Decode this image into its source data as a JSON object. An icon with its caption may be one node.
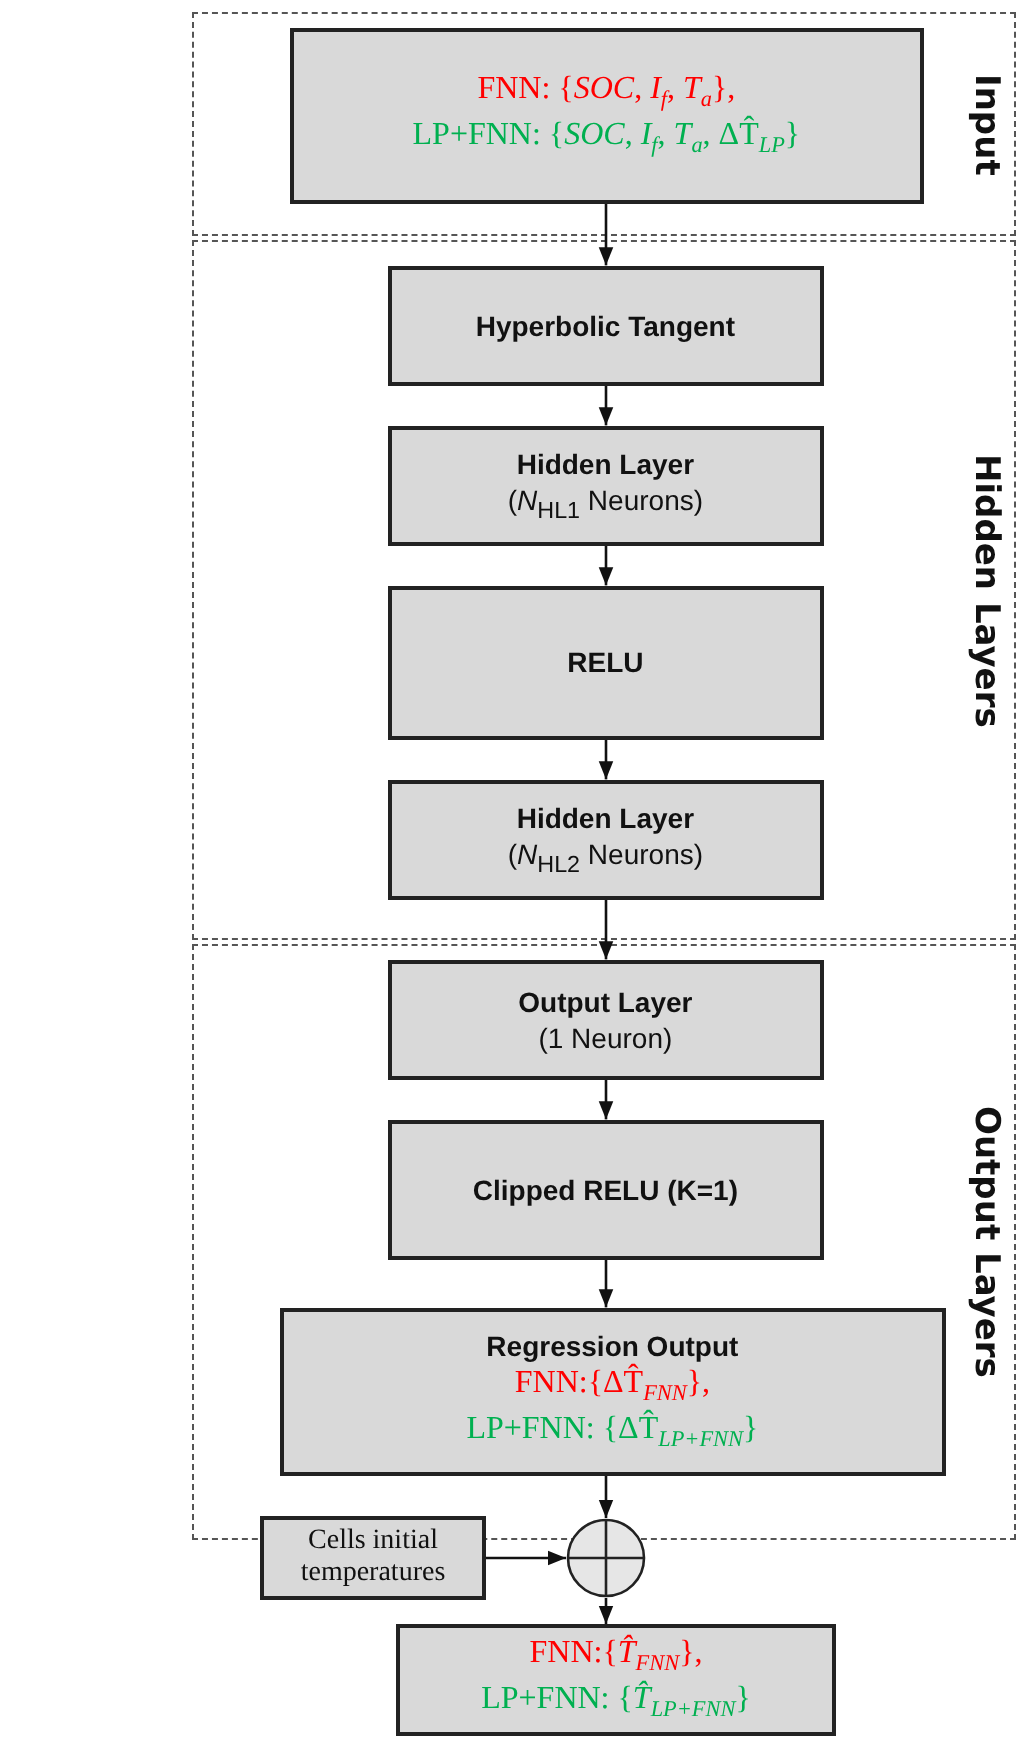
{
  "diagram": {
    "nodes": [
      {
        "text": [
          "Input"
        ]
      },
      {
        "text": [
          "FNN: {*SOC*, *I*$_{f}$, *T*$_{a}$},",
          "LP+FNN: {*SOC*, *I*$_{f}$, *T*$_{a}$, ΔT̂$_{LP}$}"
        ],
        "in": 0
      },
      {
        "text": [
          "Hidden Layers"
        ]
      },
      {
        "text": [
          "Hyperbolic Tangent"
        ],
        "in": 2
      },
      {
        "text": [
          "Hidden Layer",
          "(*N*$_{HL1}$ Neurons)"
        ],
        "in": 2
      },
      {
        "text": [
          "RELU"
        ],
        "in": 2
      },
      {
        "text": [
          "Hidden Layer",
          "(*N*$_{HL2}$ Neurons)"
        ],
        "in": 2
      },
      {
        "text": [
          "Output Layers"
        ]
      },
      {
        "text": [
          "Output Layer",
          "(1 Neuron)"
        ],
        "in": 7
      },
      {
        "text": [
          "Clipped RELU (K=1)"
        ],
        "in": 7
      },
      {
        "text": [
          "Regression Output",
          "FNN:{ΔT̂$_{FNN}$},",
          "LP+FNN: {ΔT̂$_{LP+FNN}$}"
        ],
        "in": 7
      },
      {
        "text": [
          "Cells initial temperatures"
        ]
      },
      {
        "text": [],
        "shape": "circle"
      },
      {
        "text": [
          "FNN:{*T̂*$_{FNN}$},",
          "LP+FNN: {*T̂*$_{LP+FNN}$}"
        ]
      }
    ],
    "edges": [
      {
        "from": 1,
        "to": 3,
        "arrow": "to"
      },
      {
        "from": 3,
        "to": 4,
        "arrow": "to"
      },
      {
        "from": 4,
        "to": 5,
        "arrow": "to"
      },
      {
        "from": 5,
        "to": 6,
        "arrow": "to"
      },
      {
        "from": 6,
        "to": 8,
        "arrow": "to"
      },
      {
        "from": 8,
        "to": 9,
        "arrow": "to"
      },
      {
        "from": 9,
        "to": 10,
        "arrow": "to"
      },
      {
        "from": 10,
        "to": 12,
        "arrow": "to"
      },
      {
        "from": 11,
        "to": 12,
        "arrow": "to"
      },
      {
        "from": 12,
        "to": 13,
        "arrow": "to"
      }
    ]
  }
}
